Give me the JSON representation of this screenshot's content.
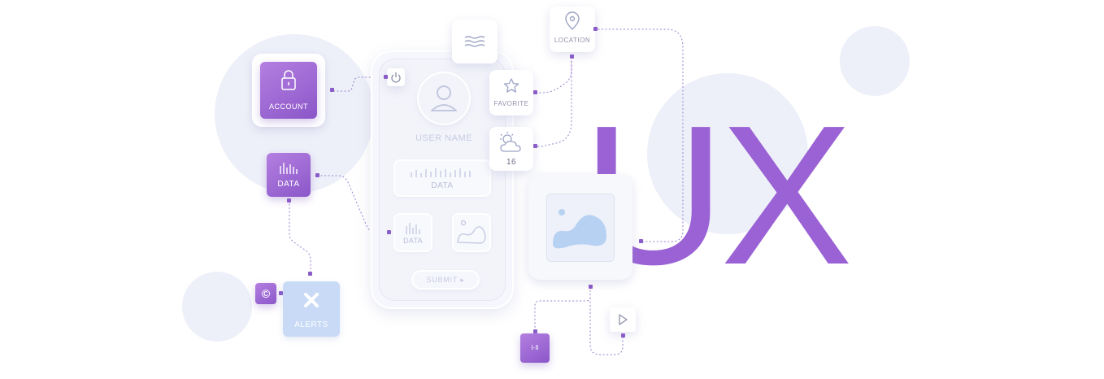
{
  "illustration": {
    "headline": "UX",
    "account_label": "ACCOUNT",
    "data_label": "DATA",
    "alerts_label": "ALERTS",
    "copyright_badge": "©",
    "location_label": "LOCATION",
    "favorite_label": "FAVORITE",
    "weather_temp": "16",
    "user_name": "USER NAME",
    "data_field_label": "DATA",
    "data_card_label": "DATA",
    "submit_label": "SUBMIT",
    "pause_label": "I-II",
    "icons": [
      "lock-icon",
      "bar-chart-icon",
      "close-icon",
      "menu-lines-icon",
      "location-pin-icon",
      "star-icon",
      "weather-icon",
      "power-icon",
      "user-icon",
      "image-icon",
      "play-icon"
    ],
    "colors": {
      "accent": "#9a62d4",
      "port": "#8a5cc9",
      "alerts": "#c9daf6",
      "bubble": "#eef0f9",
      "image_blob": "#b7d1f2"
    }
  }
}
